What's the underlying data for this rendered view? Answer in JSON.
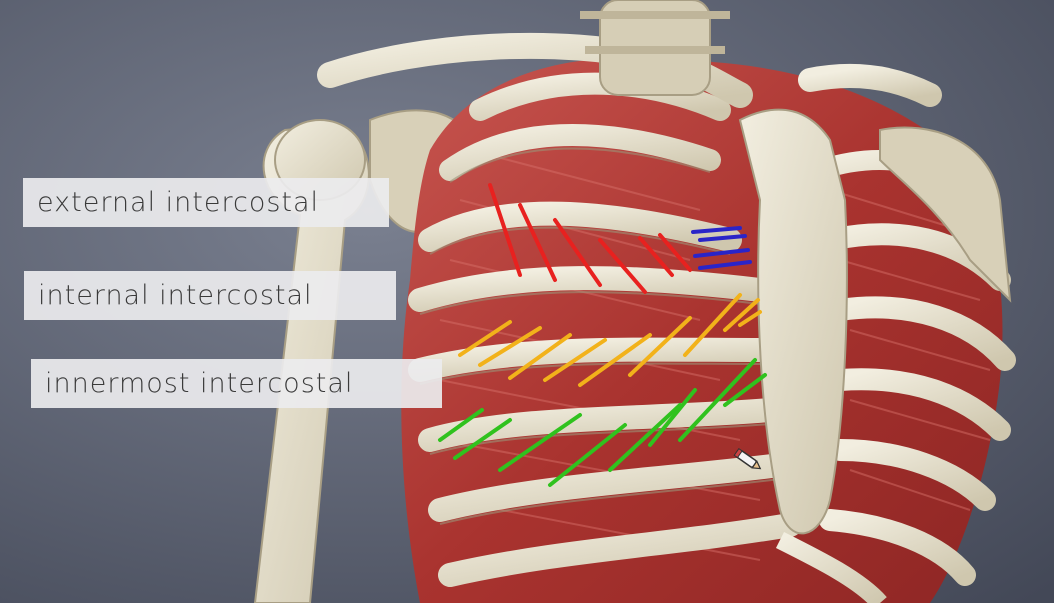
{
  "labels": {
    "external": "external intercostal",
    "internal": "internal intercostal",
    "innermost": "innermost intercostal"
  },
  "colors": {
    "background": "#5d6373",
    "muscle": "#b9403c",
    "bone": "#e8e2cf",
    "external_annotation": "#e8211f",
    "internal_annotation": "#f2b21a",
    "innermost_annotation": "#30c21e",
    "blue_annotation": "#2a24c8"
  },
  "icons": {
    "annotation_tool": "pencil-icon"
  }
}
